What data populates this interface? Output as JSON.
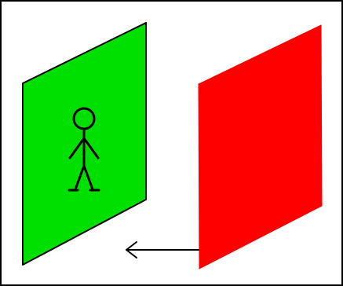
{
  "diagram": {
    "panels": [
      {
        "name": "green-panel",
        "color": "#00e000"
      },
      {
        "name": "red-panel",
        "color": "#ff0000"
      }
    ],
    "figure": {
      "icon": "stick-figure-icon",
      "color": "#000000"
    },
    "arrow": {
      "icon": "arrow-left-icon",
      "direction": "left",
      "color": "#000000"
    },
    "border_color": "#000000",
    "background": "#ffffff"
  }
}
